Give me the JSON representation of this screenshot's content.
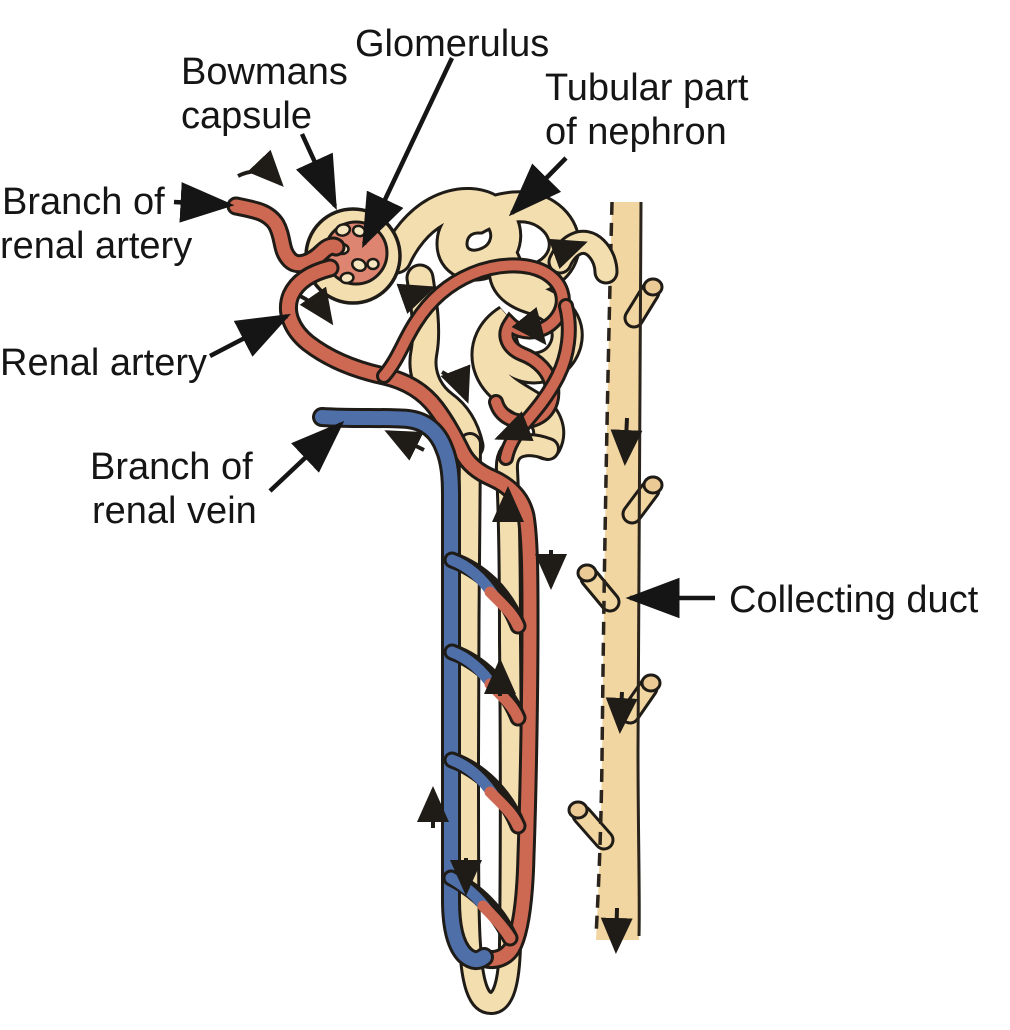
{
  "diagram": {
    "subject": "Nephron structure diagram",
    "labels": {
      "glomerulus": "Glomerulus",
      "bowmans_capsule": {
        "line1": "Bowmans",
        "line2": "capsule"
      },
      "tubular_part": {
        "line1": "Tubular part",
        "line2": "of nephron"
      },
      "branch_renal_artery": {
        "line1": "Branch of",
        "line2": "renal artery"
      },
      "renal_artery": "Renal artery",
      "branch_renal_vein": {
        "line1": "Branch of",
        "line2": "renal vein"
      },
      "collecting_duct": "Collecting duct"
    },
    "colors": {
      "artery_red": "#cd6852",
      "glomerulus_inner": "#dd8570",
      "vein_blue": "#4f6fa9",
      "tubule_cream": "#f3deb0",
      "duct_cream": "#f2d6a2",
      "outline_black": "#1f1b16",
      "label_text": "#151515",
      "background": "#ffffff"
    }
  }
}
